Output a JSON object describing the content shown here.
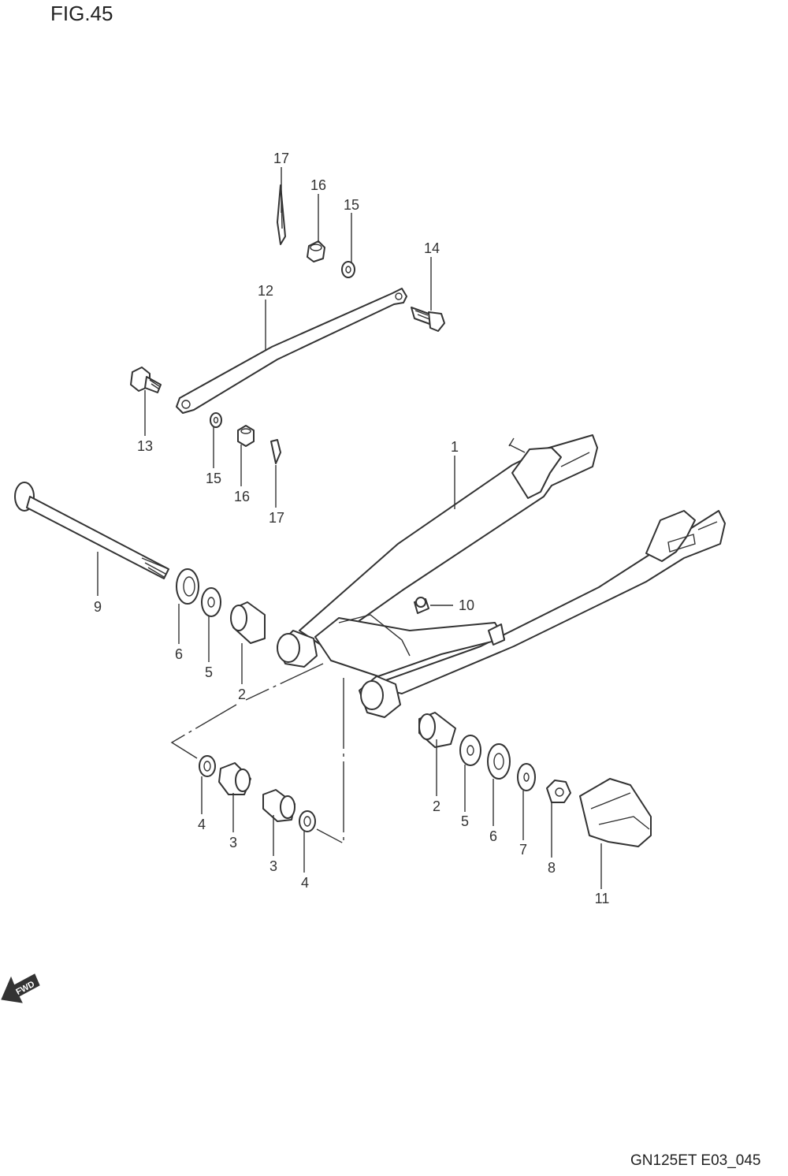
{
  "figure": {
    "title": "FIG.45",
    "drawing_code": "GN125ET E03_045"
  },
  "callouts": [
    {
      "id": "c17a",
      "label": "17"
    },
    {
      "id": "c16a",
      "label": "16"
    },
    {
      "id": "c15a",
      "label": "15"
    },
    {
      "id": "c14",
      "label": "14"
    },
    {
      "id": "c12",
      "label": "12"
    },
    {
      "id": "c13",
      "label": "13"
    },
    {
      "id": "c15b",
      "label": "15"
    },
    {
      "id": "c16b",
      "label": "16"
    },
    {
      "id": "c17b",
      "label": "17"
    },
    {
      "id": "c1",
      "label": "1"
    },
    {
      "id": "c9",
      "label": "9"
    },
    {
      "id": "c10",
      "label": "10"
    },
    {
      "id": "c6a",
      "label": "6"
    },
    {
      "id": "c5a",
      "label": "5"
    },
    {
      "id": "c2a",
      "label": "2"
    },
    {
      "id": "c4a",
      "label": "4"
    },
    {
      "id": "c3a",
      "label": "3"
    },
    {
      "id": "c3b",
      "label": "3"
    },
    {
      "id": "c4b",
      "label": "4"
    },
    {
      "id": "c2b",
      "label": "2"
    },
    {
      "id": "c5b",
      "label": "5"
    },
    {
      "id": "c6b",
      "label": "6"
    },
    {
      "id": "c7",
      "label": "7"
    },
    {
      "id": "c8",
      "label": "8"
    },
    {
      "id": "c11",
      "label": "11"
    }
  ],
  "direction_marker": {
    "icon": "fwd-arrow-icon",
    "label": "FWD"
  }
}
